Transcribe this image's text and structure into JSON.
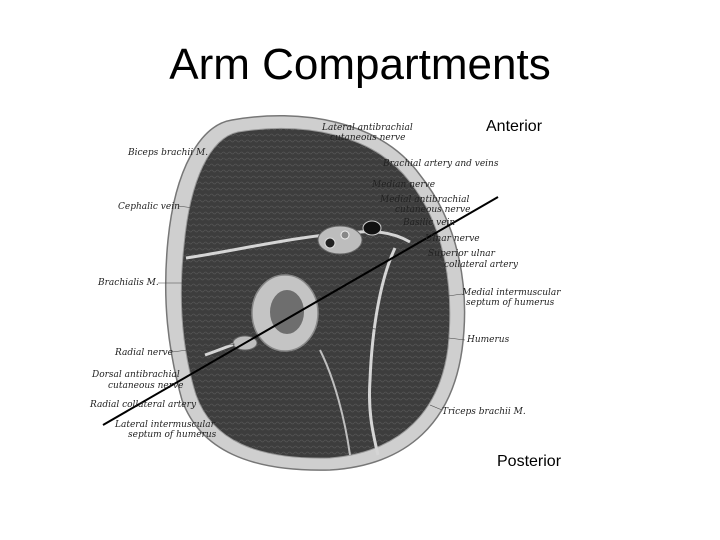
{
  "title": "Arm Compartments",
  "orientation": {
    "anterior": "Anterior",
    "posterior": "Posterior"
  },
  "labels": {
    "biceps": "Biceps brachii M.",
    "cephalic": "Cephalic vein",
    "brachialis": "Brachialis M.",
    "radial_nerve": "Radial nerve",
    "dorsal_cut_1": "Dorsal antibrachial",
    "dorsal_cut_2": "cutaneous nerve",
    "radial_collateral": "Radial collateral artery",
    "lat_septum_1": "Lateral intermuscular",
    "lat_septum_2": "septum of humerus",
    "lat_cut_1": "Lateral antibrachial",
    "lat_cut_2": "cutaneous nerve",
    "brachial_artery": "Brachial artery and veins",
    "median_nerve": "Median nerve",
    "med_cut_1": "Medial antibrachial",
    "med_cut_2": "cutaneous nerve",
    "basilic": "Basilic vein",
    "ulnar_nerve": "Ulnar nerve",
    "sup_ulnar_1": "Superior ulnar",
    "sup_ulnar_2": "collateral artery",
    "med_septum_1": "Medial intermuscular",
    "med_septum_2": "septum of humerus",
    "humerus": "Humerus",
    "triceps": "Triceps brachii M."
  },
  "colors": {
    "muscle": "#3f3f3f",
    "skin": "#c9c9c9",
    "bone": "#bdbdbd",
    "line": "#000000"
  }
}
